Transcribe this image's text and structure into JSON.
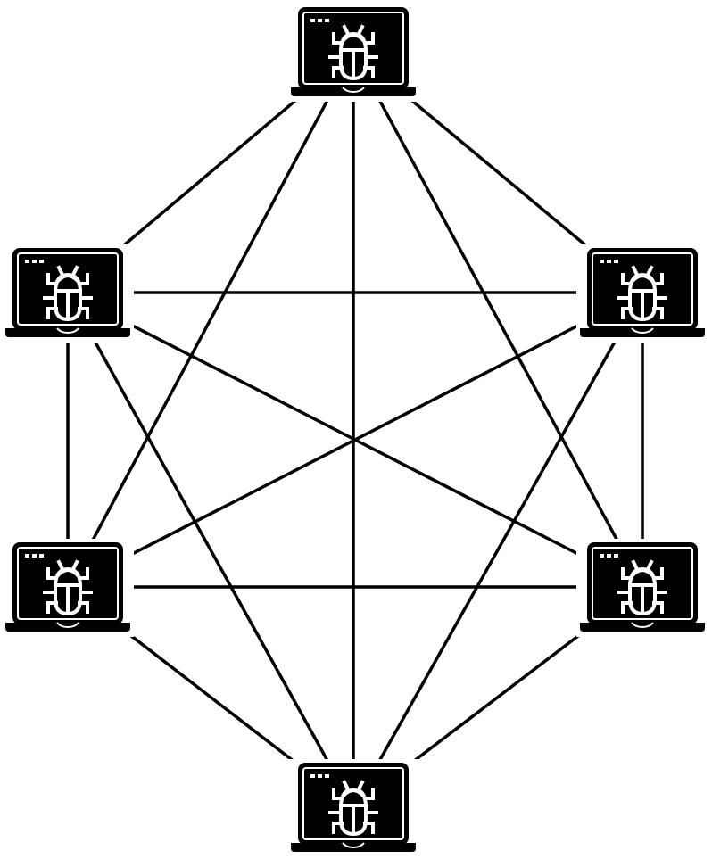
{
  "diagram": {
    "type": "fully-connected-network",
    "colors": {
      "stroke": "#000000",
      "icon": "#ffffff",
      "background": "#ffffff"
    },
    "node_icon": "laptop-with-bug-icon",
    "nodes": [
      {
        "id": "top"
      },
      {
        "id": "upper-left"
      },
      {
        "id": "upper-right"
      },
      {
        "id": "lower-left"
      },
      {
        "id": "lower-right"
      },
      {
        "id": "bottom"
      }
    ],
    "edges": [
      [
        "top",
        "upper-left"
      ],
      [
        "top",
        "upper-right"
      ],
      [
        "top",
        "lower-left"
      ],
      [
        "top",
        "lower-right"
      ],
      [
        "top",
        "bottom"
      ],
      [
        "upper-left",
        "upper-right"
      ],
      [
        "upper-left",
        "lower-left"
      ],
      [
        "upper-left",
        "lower-right"
      ],
      [
        "upper-left",
        "bottom"
      ],
      [
        "upper-right",
        "lower-left"
      ],
      [
        "upper-right",
        "lower-right"
      ],
      [
        "upper-right",
        "bottom"
      ],
      [
        "lower-left",
        "lower-right"
      ],
      [
        "lower-left",
        "bottom"
      ],
      [
        "lower-right",
        "bottom"
      ]
    ]
  }
}
